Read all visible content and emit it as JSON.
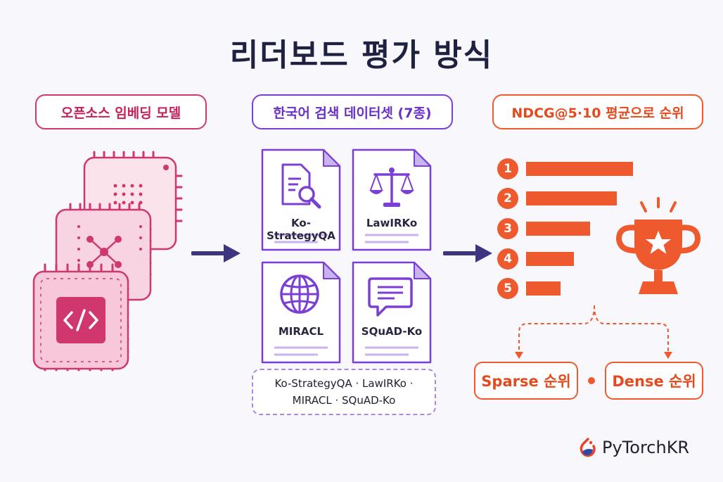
{
  "title": "리더보드 평가 방식",
  "sections": {
    "models": "오픈소스 임베딩 모델",
    "datasets": "한국어 검색 데이터셋 (7종)",
    "ranking": "NDCG@5·10 평균으로 순위"
  },
  "datasets": [
    {
      "label": "Ko-StrategyQA",
      "icon": "document-search-icon"
    },
    {
      "label": "LawIRKo",
      "icon": "scales-icon"
    },
    {
      "label": "MIRACL",
      "icon": "globe-icon"
    },
    {
      "label": "SQuAD-Ko",
      "icon": "chat-bubble-icon"
    }
  ],
  "dataset_list": {
    "line1": "Ko-StrategyQA · LawIRKo ·",
    "line2": "MIRACL · SQuAD-Ko"
  },
  "ranks": [
    {
      "label": "1",
      "score": 1.0
    },
    {
      "label": "2",
      "score": 0.85
    },
    {
      "label": "3",
      "score": 0.6
    },
    {
      "label": "4",
      "score": 0.45
    },
    {
      "label": "5",
      "score": 0.32
    }
  ],
  "outputs": {
    "sparse": "Sparse 순위",
    "dense": "Dense 순위"
  },
  "brand": "PyTorchKR",
  "colors": {
    "pink": "#d1376f",
    "purple": "#7c3fd6",
    "orange": "#ee5a2d",
    "navy": "#3d3580"
  }
}
